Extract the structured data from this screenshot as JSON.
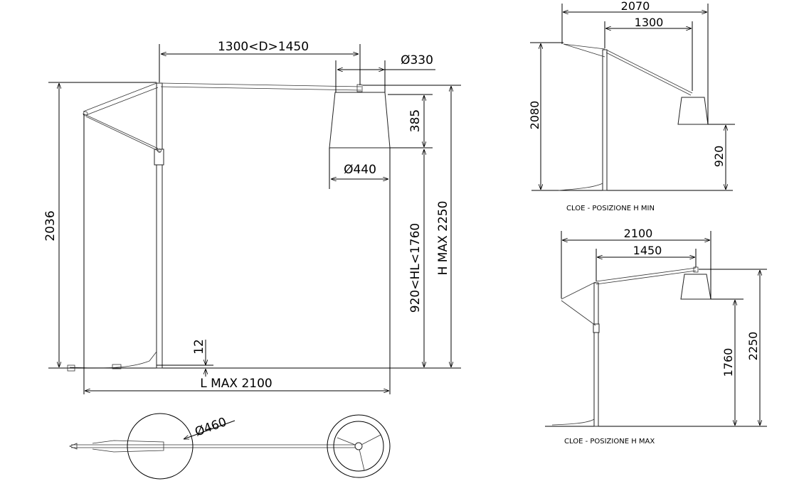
{
  "main_view": {
    "dim_arm_reach": "1300<D>1450",
    "dim_shade_top": "Ø330",
    "dim_shade_height": "385",
    "dim_shade_bottom": "Ø440",
    "dim_shade_height_range": "920<HL<1760",
    "dim_max_height": "H MAX 2250",
    "dim_pivot_height": "2036",
    "dim_base_thickness": "12",
    "dim_max_length": "L MAX 2100"
  },
  "plan_view": {
    "dim_base_diameter": "Ø460"
  },
  "min_view": {
    "dim_total_length": "2070",
    "dim_reach": "1300",
    "dim_height": "2080",
    "dim_shade_height": "920",
    "caption": "CLOE - POSIZIONE H MIN"
  },
  "max_view": {
    "dim_total_length": "2100",
    "dim_reach": "1450",
    "dim_shade_height": "1760",
    "dim_height": "2250",
    "caption": "CLOE - POSIZIONE H MAX"
  }
}
